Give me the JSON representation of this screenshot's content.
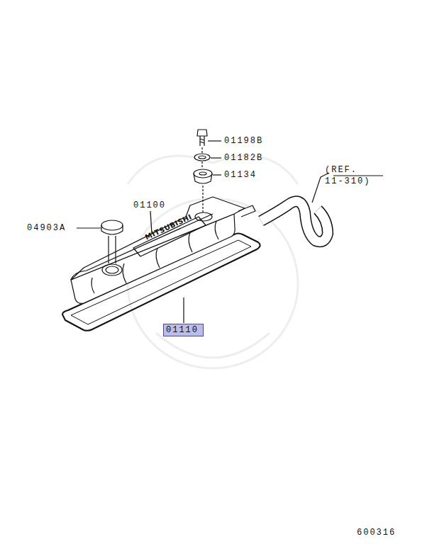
{
  "diagram": {
    "nodes": [
      {
        "text": [
          "01110"
        ]
      }
    ],
    "labels": [
      "01198B",
      "01182B",
      "01134",
      "(REF. 11-310)",
      "01100",
      "04903A",
      "MITSUBISHI",
      "600316"
    ]
  }
}
